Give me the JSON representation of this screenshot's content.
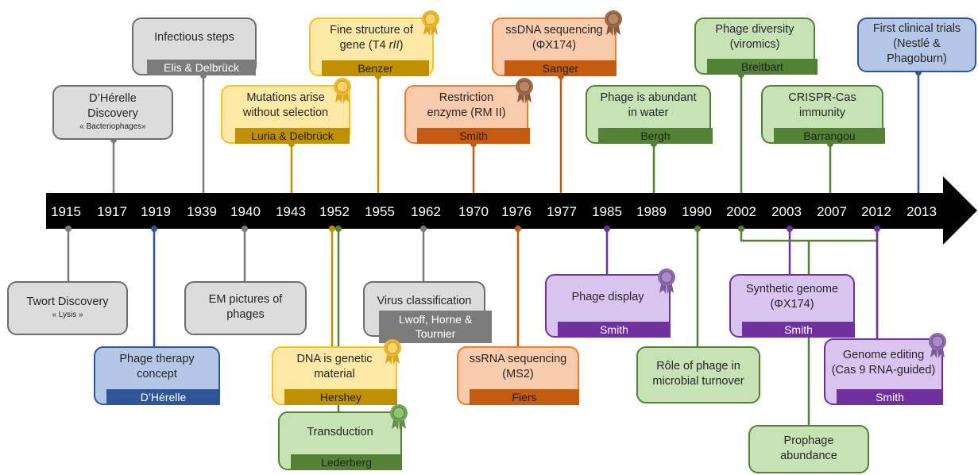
{
  "years": [
    "1915",
    "1917",
    "1919",
    "1939",
    "1940",
    "1943",
    "1952",
    "1955",
    "1962",
    "1970",
    "1976",
    "1977",
    "1985",
    "1989",
    "1990",
    "2002",
    "2003",
    "2007",
    "2012",
    "2013"
  ],
  "events": {
    "twort": {
      "title": "Twort Discovery",
      "sub": "« Lysis »"
    },
    "dherelle_discovery": {
      "title_1": "D’Hérelle",
      "title_2": "Discovery",
      "sub": "« Bacteriophages»"
    },
    "phage_therapy": {
      "title_1": "Phage therapy",
      "title_2": "concept",
      "label": "D’Hérelle"
    },
    "infectious_steps": {
      "title": "Infectious steps",
      "label": "Elis & Delbrück"
    },
    "em_pictures": {
      "title_1": "EM pictures of",
      "title_2": "phages"
    },
    "mutations": {
      "title_1": "Mutations arise",
      "title_2": "without selection",
      "label": "Luria & Delbrück"
    },
    "dna_genetic": {
      "title_1": "DNA is genetic",
      "title_2": "material",
      "label": "Hershey"
    },
    "transduction": {
      "title": "Transduction",
      "label": "Lederberg"
    },
    "fine_structure": {
      "title_1": "Fine structure of",
      "title_2": "gene (T4 ",
      "title_2_italic": "rII",
      "title_2_end": ")",
      "label": "Benzer"
    },
    "virus_classification": {
      "title": "Virus classification",
      "label": "Lwoff, Horne & Tournier"
    },
    "restriction_enzyme": {
      "title_1": "Restriction",
      "title_2": "enzyme (RM II)",
      "label": "Smith"
    },
    "ssrna": {
      "title_1": "ssRNA sequencing",
      "title_2": "(MS2)",
      "label": "Fiers"
    },
    "ssdna": {
      "title_1": "ssDNA sequencing",
      "title_2": "(ΦX174)",
      "label": "Sanger"
    },
    "phage_display": {
      "title": "Phage display",
      "label": "Smith"
    },
    "abundant_water": {
      "title_1": "Phage is abundant",
      "title_2": "in water",
      "label": "Bergh"
    },
    "role_turnover": {
      "title_1": "Rôle of phage in",
      "title_2": "microbial turnover"
    },
    "diversity": {
      "title_1": "Phage diversity",
      "title_2": "(viromics)",
      "label": "Breitbart"
    },
    "synthetic_genome": {
      "title_1": "Synthetic genome",
      "title_2": "(ΦX174)",
      "label": "Smith"
    },
    "prophage": {
      "title_1": "Prophage",
      "title_2": "abundance"
    },
    "crispr": {
      "title_1": "CRISPR-Cas",
      "title_2": "immunity",
      "label": "Barrangou"
    },
    "genome_editing": {
      "title_1": "Genome editing",
      "title_2": "(Cas 9 RNA-guided)",
      "label": "Smith"
    },
    "clinical_trials": {
      "title_1": "First clinical trials",
      "title_2": "(Nestlé &",
      "title_3": "Phagoburn)"
    }
  },
  "colors": {
    "gray": "#7b7b7b",
    "yellow": "#bf9000",
    "orange": "#c55a11",
    "green": "#548235",
    "blue": "#2f5597",
    "purple": "#7030a0",
    "arrow": "#000000"
  },
  "rosettes": [
    "gold-rosette",
    "gold-rosette",
    "gold-rosette",
    "bronze-rosette",
    "bronze-rosette",
    "green-rosette",
    "purple-rosette",
    "purple-rosette"
  ]
}
